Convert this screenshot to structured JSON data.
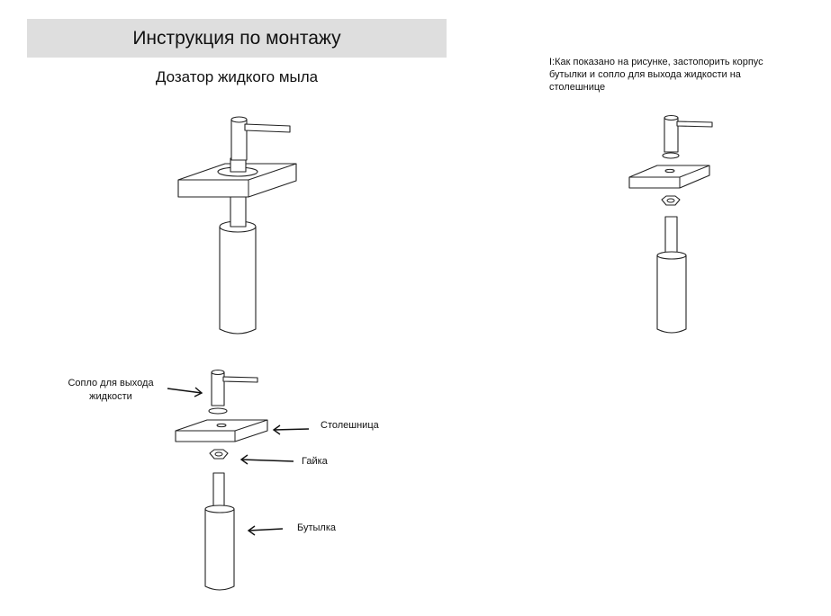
{
  "header": {
    "title": "Инструкция по монтажу"
  },
  "product": {
    "name": "Дозатор жидкого мыла"
  },
  "step1": {
    "text": "I:Как показано на рисунке, застопорить корпус бутылки и сопло для выхода жидкости на столешнице"
  },
  "parts": {
    "nozzle": "Сопло для выхода жидкости",
    "countertop": "Столешница",
    "nut": "Гайка",
    "bottle": "Бутылка"
  }
}
